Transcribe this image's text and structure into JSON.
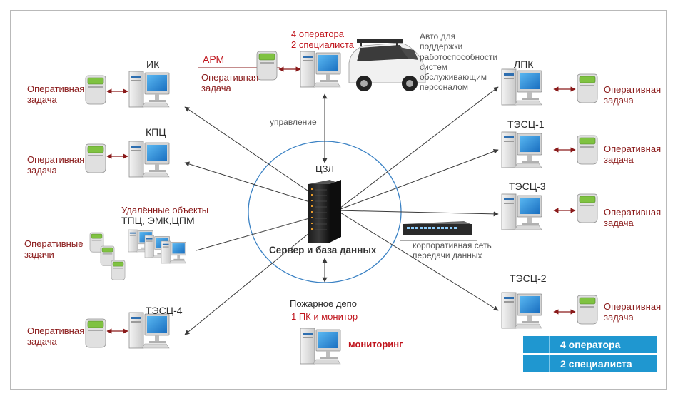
{
  "center": {
    "label": "ЦЗЛ",
    "server_label": "Сервер и база данных"
  },
  "links": {
    "control": "управление",
    "corporate_network": [
      "корпоративная сеть",
      "передачи данных"
    ]
  },
  "arm": {
    "title": "АРМ",
    "task": [
      "Оперативная",
      "задача"
    ],
    "staff": [
      "4 оператора",
      "2 специалиста"
    ]
  },
  "car_caption": [
    "Авто для",
    "поддержки",
    "работоспособности",
    "систем",
    "обслуживающим",
    "персоналом"
  ],
  "nodes": {
    "ik": {
      "title": "ИК",
      "task": [
        "Оперативная",
        "задача"
      ]
    },
    "kpc": {
      "title": "КПЦ",
      "task": [
        "Оперативная",
        "задача"
      ]
    },
    "remote": {
      "title": [
        "Удалённые объекты",
        "ТПЦ, ЭМК,ЦПМ"
      ],
      "task": [
        "Оперативные",
        "задачи"
      ]
    },
    "tesc4": {
      "title": "ТЭСЦ-4",
      "task": [
        "Оперативная",
        "задача"
      ]
    },
    "lpk": {
      "title": "ЛПК",
      "task": [
        "Оперативная",
        "задача"
      ]
    },
    "tesc1": {
      "title": "ТЭСЦ-1",
      "task": [
        "Оперативная",
        "задача"
      ]
    },
    "tesc3": {
      "title": "ТЭСЦ-3",
      "task": [
        "Оперативная",
        "задача"
      ]
    },
    "tesc2": {
      "title": "ТЭСЦ-2",
      "task": [
        "Оперативная",
        "задача"
      ]
    },
    "fire_depot": {
      "title": "Пожарное депо",
      "sub": "1 ПК и монитор",
      "task": "мониторинг"
    }
  },
  "legend": [
    {
      "label": "4 оператора",
      "icon": "person-icon"
    },
    {
      "label": "2 специалиста",
      "icon": "person-icon"
    }
  ],
  "colors": {
    "arrow": "#3a3a3a",
    "ellipse": "#3b82c4",
    "badge": "#1f97d0",
    "label_red": "#8a1a1a",
    "label_accent": "#c0141c"
  }
}
